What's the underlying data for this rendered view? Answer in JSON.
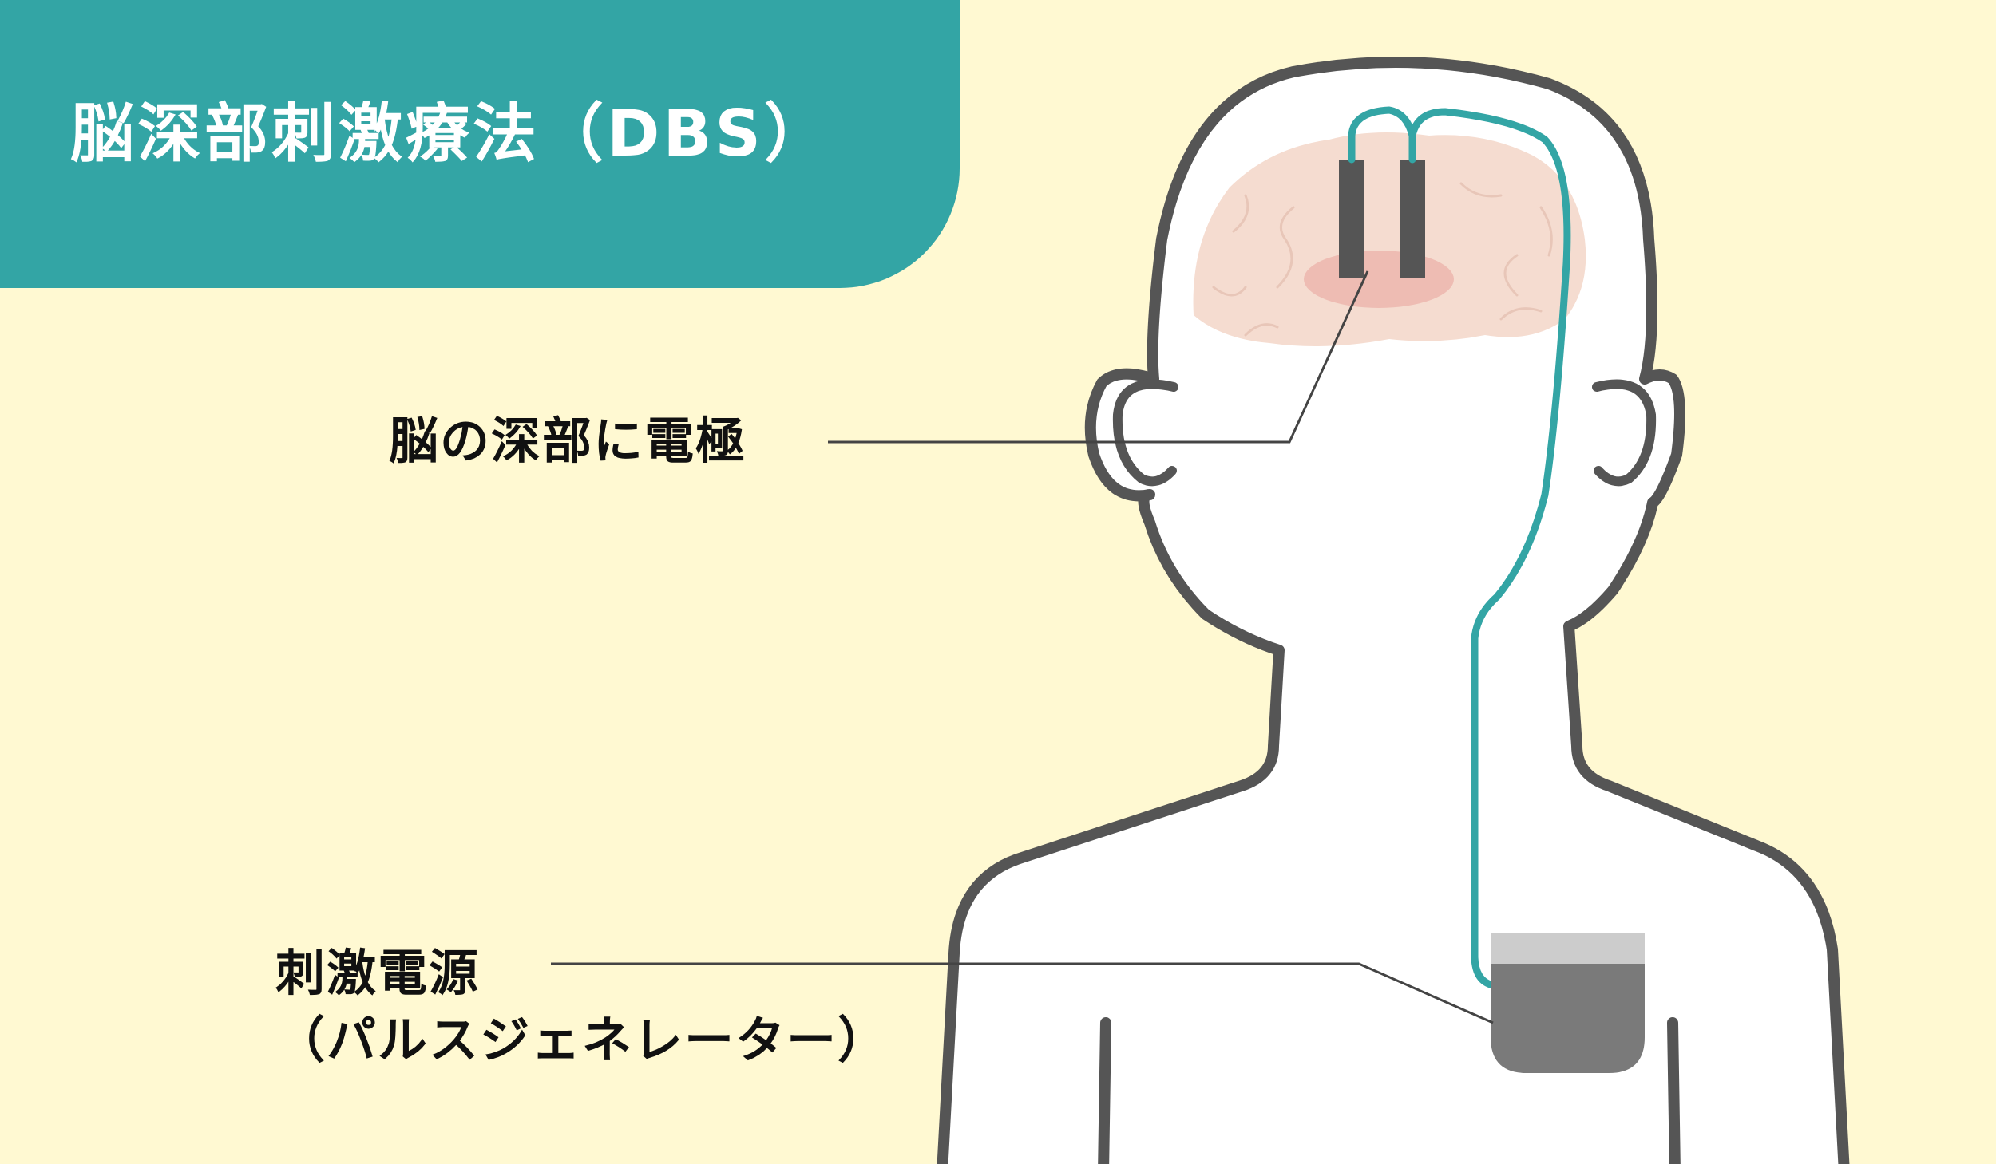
{
  "title": "脳深部刺激療法（DBS）",
  "labels": {
    "electrode": "脳の深部に電極",
    "source_line1": "刺激電源",
    "source_line2": "（パルスジェネレーター）"
  },
  "colors": {
    "background": "#fff9d2",
    "banner": "#33a5a5",
    "outline": "#555555",
    "body_fill": "#ffffff",
    "brain": "#f5dcd0",
    "target_area": "#eebcb3",
    "lead_wire": "#33a5a5",
    "electrode": "#555555",
    "generator_body": "#7a7a7a",
    "generator_cap": "#cccccc",
    "leader_line": "#444444"
  }
}
